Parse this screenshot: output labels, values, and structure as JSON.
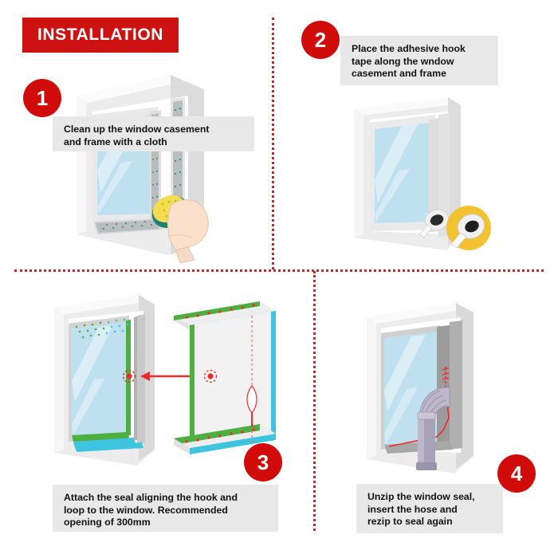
{
  "title": {
    "text": "INSTALLATION"
  },
  "colors": {
    "brand_red": "#ce1111",
    "badge_red": "#d10a0a",
    "divider_red": "#d81e1e",
    "caption_bg": "#e8e8e8",
    "glass_blue": "#bfe0ef",
    "glass_highlight": "#dff0f7",
    "frame_white": "#f2f2f2",
    "frame_shade": "#d8d8d8",
    "seal_green": "#4caf3f",
    "seal_cyan": "#3fc4e0",
    "tape_grey": "#b9bdbd",
    "sponge_yellow": "#f2dd4e",
    "sponge_teal": "#1f7f72",
    "skin": "#fbe0cc",
    "tape_badge_yellow": "#f2c230",
    "hose_purple": "#a8a2b8",
    "zip_red": "#ef2b2b"
  },
  "steps": [
    {
      "number": "1",
      "caption": "Clean up the window casement\nand frame with a cloth",
      "illustration": "window-frame-with-sponge-and-hand"
    },
    {
      "number": "2",
      "caption": "Place the adhesive hook\ntape along the wndow\ncasement and frame",
      "illustration": "window-frame-with-adhesive-tape-roll"
    },
    {
      "number": "3",
      "caption": "Attach the seal aligning the hook and\nloop to the window. Recommended\nopening of 300mm",
      "illustration": "window-frame-and-seal-panel-with-alignment-arrow"
    },
    {
      "number": "4",
      "caption": "Unzip the window seal,\ninsert the hose and\nrezip to seal again",
      "illustration": "window-frame-with-exhaust-hose-through-seal"
    }
  ]
}
